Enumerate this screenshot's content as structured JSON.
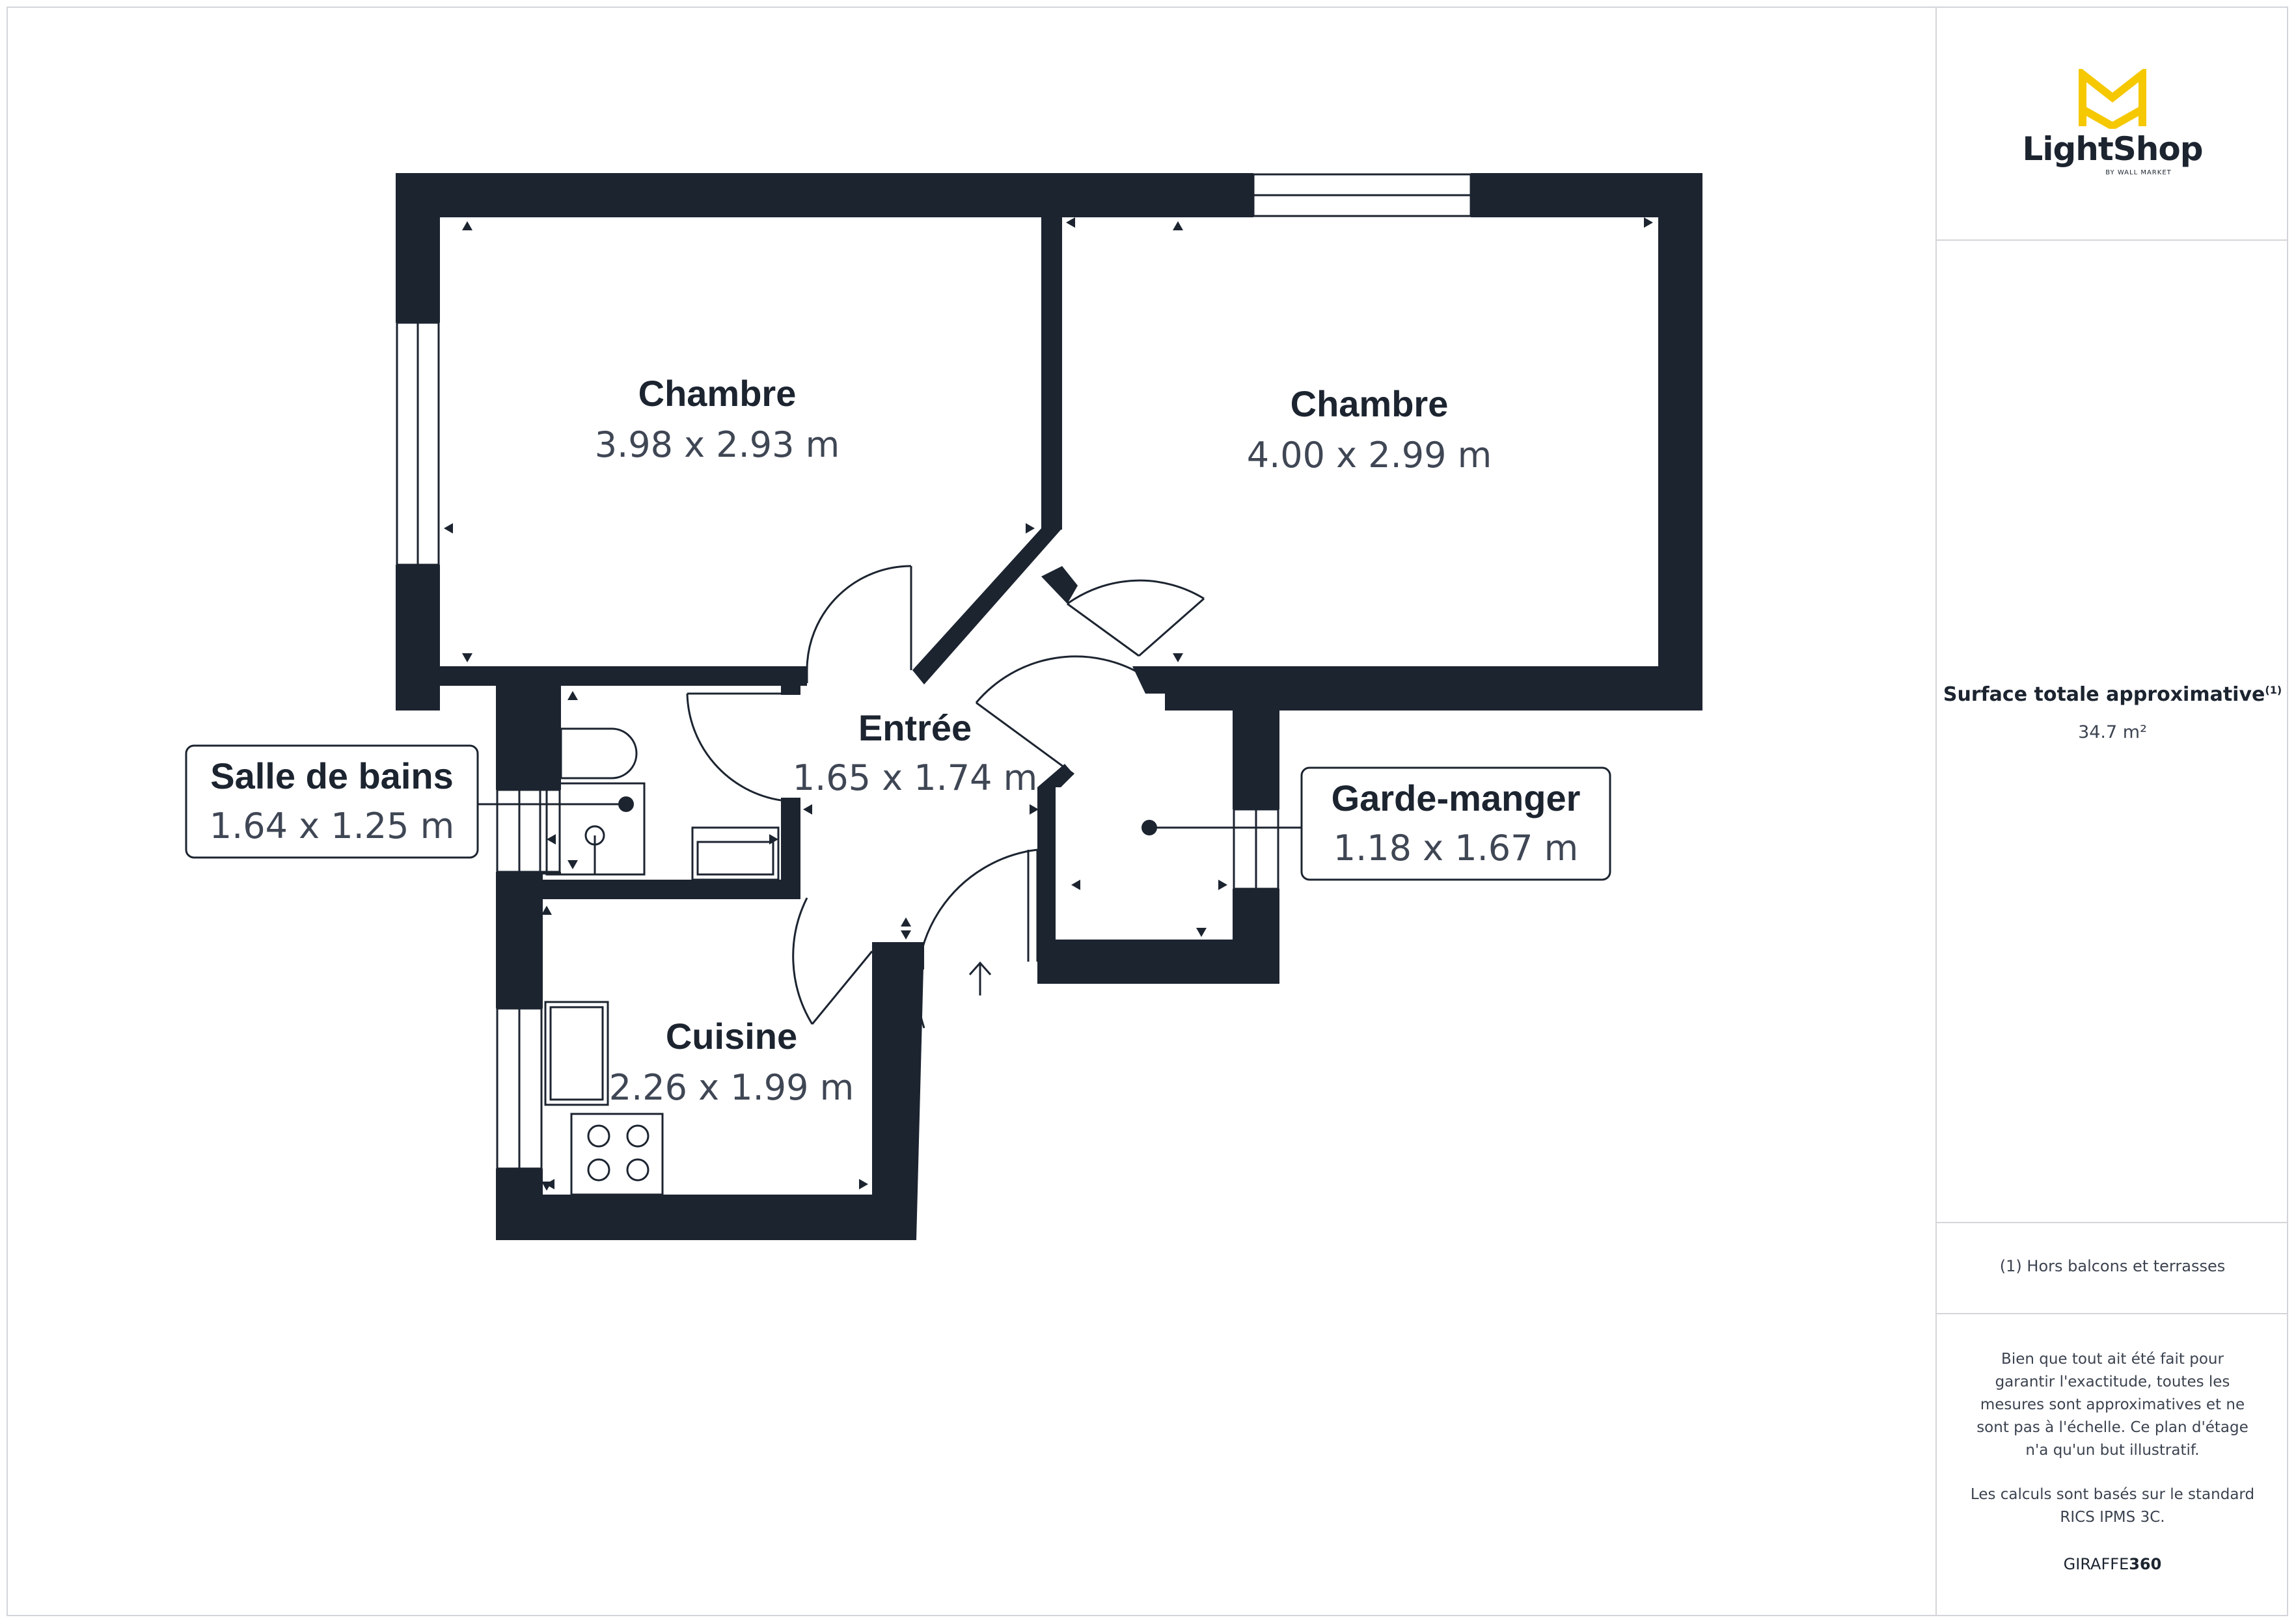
{
  "brand": {
    "name": "LightShop",
    "subtitle": "BY WALL MARKET",
    "accent_color": "#f5c800",
    "footer_prefix": "GIRAFFE",
    "footer_suffix": "360"
  },
  "summary": {
    "area_title": "Surface totale approximative",
    "area_footnote_mark": "(1)",
    "area_value": "34.7 m²",
    "footnote": "(1) Hors balcons et terrasses",
    "disclaimer": "Bien que tout ait été fait pour garantir l'exactitude, toutes les mesures sont approximatives et ne sont pas à l'échelle. Ce plan d'étage n'a qu'un but illustratif.",
    "standard_note": "Les calculs sont basés sur le standard RICS IPMS 3C."
  },
  "rooms": [
    {
      "name": "Chambre",
      "dimensions": "3.98 x 2.93 m"
    },
    {
      "name": "Chambre",
      "dimensions": "4.00 x 2.99 m"
    },
    {
      "name": "Entrée",
      "dimensions": "1.65 x 1.74 m"
    },
    {
      "name": "Salle de bains",
      "dimensions": "1.64 x 1.25 m"
    },
    {
      "name": "Garde-manger",
      "dimensions": "1.18 x 1.67 m"
    },
    {
      "name": "Cuisine",
      "dimensions": "2.26 x 1.99 m"
    }
  ],
  "colors": {
    "wall": "#1c2430",
    "text": "#1c2430",
    "dim_text": "#3f4654",
    "divider": "#d3d5d9"
  }
}
